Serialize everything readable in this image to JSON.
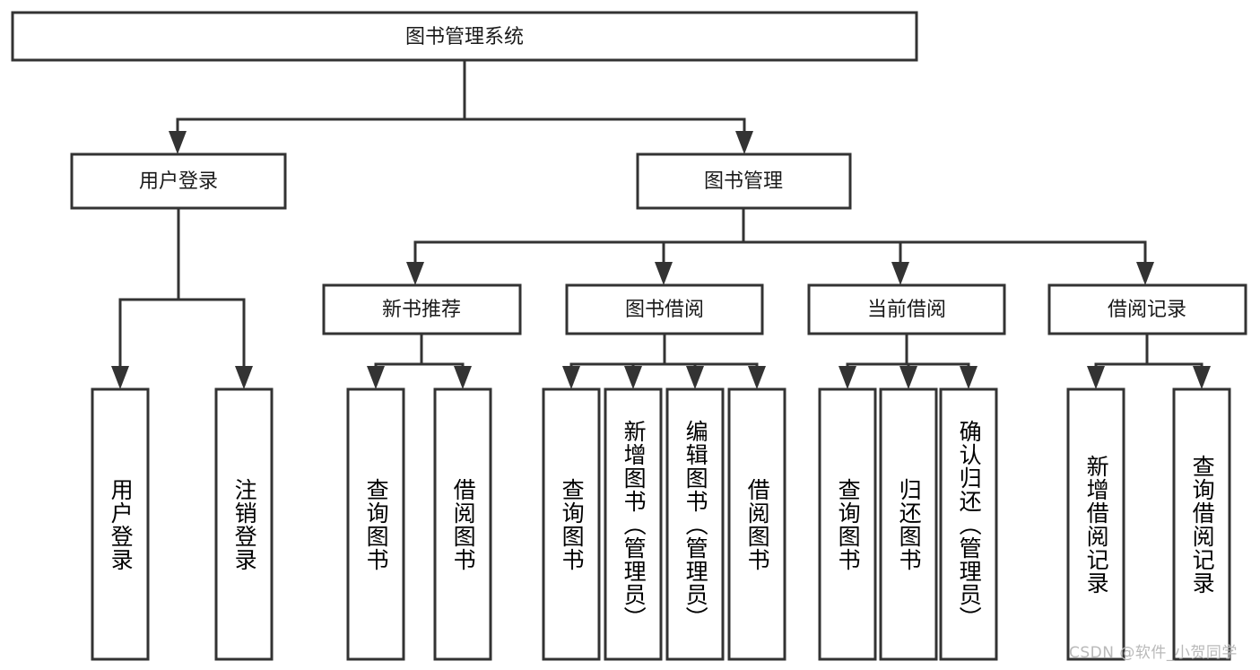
{
  "diagram": {
    "title": "图书管理系统",
    "type": "function-hierarchy-tree",
    "root": {
      "id": "root",
      "label": "图书管理系统"
    },
    "level2": [
      {
        "id": "user-login",
        "label": "用户登录"
      },
      {
        "id": "book-management",
        "label": "图书管理"
      }
    ],
    "level3": [
      {
        "id": "new-book-recommend",
        "label": "新书推荐",
        "parent": "book-management"
      },
      {
        "id": "book-borrow",
        "label": "图书借阅",
        "parent": "book-management"
      },
      {
        "id": "current-borrow",
        "label": "当前借阅",
        "parent": "book-management"
      },
      {
        "id": "borrow-record",
        "label": "借阅记录",
        "parent": "book-management"
      }
    ],
    "leaves": [
      {
        "id": "leaf-user-login",
        "label": "用户登录",
        "parent": "user-login"
      },
      {
        "id": "leaf-logout-login",
        "label": "注销登录",
        "parent": "user-login"
      },
      {
        "id": "leaf-query-book-1",
        "label": "查询图书",
        "parent": "new-book-recommend"
      },
      {
        "id": "leaf-borrow-book-1",
        "label": "借阅图书",
        "parent": "new-book-recommend"
      },
      {
        "id": "leaf-query-book-2",
        "label": "查询图书",
        "parent": "book-borrow"
      },
      {
        "id": "leaf-add-book",
        "label": "新增图书（管理员）",
        "parent": "book-borrow"
      },
      {
        "id": "leaf-edit-book",
        "label": "编辑图书（管理员）",
        "parent": "book-borrow"
      },
      {
        "id": "leaf-borrow-book-2",
        "label": "借阅图书",
        "parent": "book-borrow"
      },
      {
        "id": "leaf-query-book-3",
        "label": "查询图书",
        "parent": "current-borrow"
      },
      {
        "id": "leaf-return-book",
        "label": "归还图书",
        "parent": "current-borrow"
      },
      {
        "id": "leaf-confirm-return",
        "label": "确认归还（管理员）",
        "parent": "current-borrow"
      },
      {
        "id": "leaf-add-record",
        "label": "新增借阅记录",
        "parent": "borrow-record"
      },
      {
        "id": "leaf-query-record",
        "label": "查询借阅记录",
        "parent": "borrow-record"
      }
    ]
  },
  "watermark": {
    "text": "CSDN @软件_小贺同学"
  },
  "colors": {
    "stroke": "#333333",
    "fill": "#ffffff",
    "text": "#1a1a1a",
    "watermark": "#b9b9b9"
  }
}
